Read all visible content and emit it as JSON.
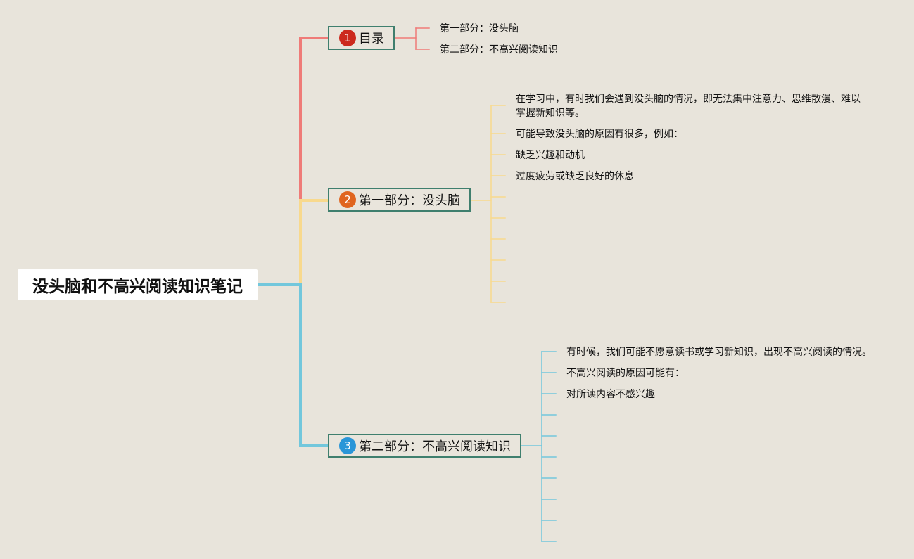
{
  "root": {
    "title": "没头脑和不高兴阅读知识笔记"
  },
  "branches": [
    {
      "number": "1",
      "label": "目录",
      "color": "#ef7b78",
      "badge_color": "#cc2a1e",
      "leaves": [
        "第一部分：没头脑",
        "第二部分：不高兴阅读知识"
      ]
    },
    {
      "number": "2",
      "label": "第一部分：没头脑",
      "color": "#f8d98d",
      "badge_color": "#e0651f",
      "leaves": [
        "在学习中，有时我们会遇到没头脑的情况，即无法集中注意力、思维散漫、难以掌握新知识等。",
        "可能导致没头脑的原因有很多，例如：",
        "缺乏兴趣和动机",
        "过度疲劳或缺乏良好的休息",
        "",
        "",
        "",
        "",
        "",
        ""
      ]
    },
    {
      "number": "3",
      "label": "第二部分：不高兴阅读知识",
      "color": "#72c7dc",
      "badge_color": "#2a96d8",
      "leaves": [
        "有时候，我们可能不愿意读书或学习新知识，出现不高兴阅读的情况。",
        "不高兴阅读的原因可能有：",
        "对所读内容不感兴趣",
        "",
        "",
        "",
        "",
        "",
        "",
        "",
        ""
      ]
    }
  ]
}
